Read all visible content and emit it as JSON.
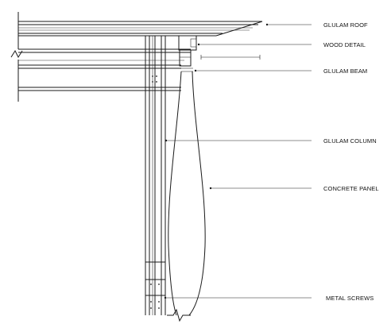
{
  "labels": {
    "glulam_roof": "GLULAM ROOF",
    "wood_detail": "WOOD DETAIL",
    "glulam_beam": "GLULAM BEAM",
    "glulam_column": "GLULAM COLUMN",
    "concrete_panel": "CONCRETE PANEL",
    "metal_screws": "METAL SCREWS"
  },
  "colors": {
    "line": "#1a1a1a",
    "background": "#ffffff"
  }
}
